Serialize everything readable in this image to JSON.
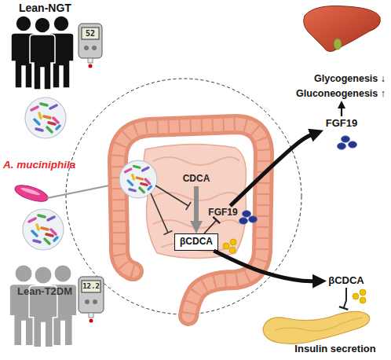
{
  "diagram": {
    "nodes": [
      {
        "text": [
          "Glycogenesis ↓",
          "Gluconeogenesis ↑"
        ]
      },
      {
        "text": [
          "CDCA"
        ]
      },
      {
        "text": [
          "FGF19"
        ]
      },
      {
        "text": [
          "FGF19"
        ]
      },
      {
        "text": [
          "βCDCA"
        ]
      },
      {
        "text": [
          "βCDCA"
        ]
      },
      {
        "text": [
          "Insulin secretion"
        ]
      }
    ],
    "edges": [
      {
        "from": 1,
        "to": 4,
        "arrow": "to"
      },
      {
        "from": 4,
        "to": 3,
        "arrow": "to"
      },
      {
        "from": 3,
        "to": 2,
        "arrow": "to"
      },
      {
        "from": 2,
        "to": 0,
        "arrow": "to"
      },
      {
        "from": 4,
        "to": 5,
        "arrow": "to"
      },
      {
        "from": 5,
        "to": 6,
        "arrow": "to"
      }
    ],
    "labels": [
      "Lean-NGT",
      "52",
      "A. muciniphila",
      "Lean-T2DM",
      "12.2"
    ]
  }
}
